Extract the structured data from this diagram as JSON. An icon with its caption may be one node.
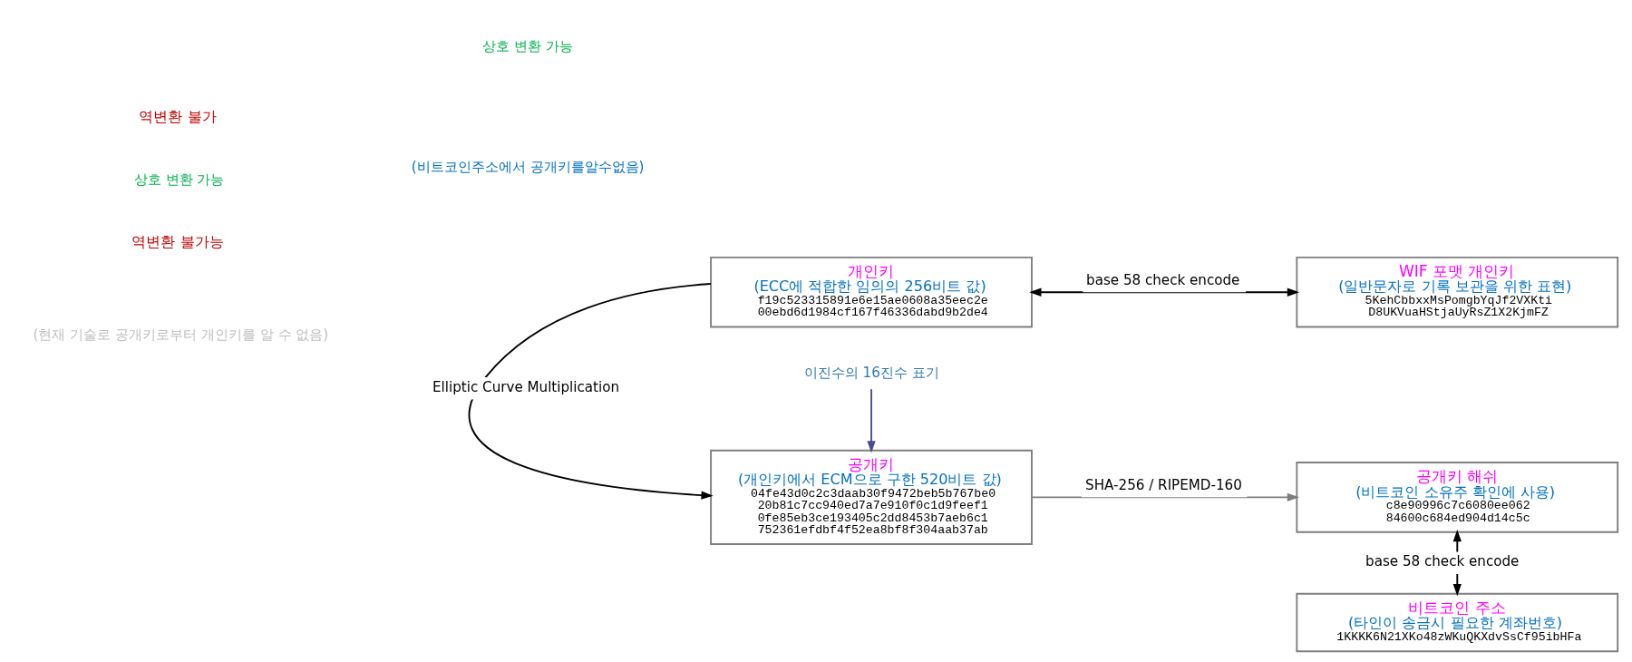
{
  "diagram": {
    "nodes": [
      {
        "text": [
          "개인키",
          "(ECC에 적합한 임의의 256비트 값)",
          "f19c523315891e6e15ae0608a35eec2e 00ebd6d1984cf167f46336dabd9b2de4"
        ]
      },
      {
        "text": [
          "WIF 포맷 개인키",
          "(일반문자로 기록 보관을 위한 표현)",
          "5KehCbbxxMsPomgbYqJf2VXKti D8UKVuaHStjaUyRsZ1X2KjmFZ"
        ]
      },
      {
        "text": [
          "공개키",
          "(개인키에서 ECM으로 구한 520비트 값)",
          "04fe43d0c2c3daab30f9472beb5b767be0 20b81c7cc940ed7a7e910f0c1d9feef1 0fe85eb3ce193405c2dd8453b7aeb6c1 752361efdbf4f52ea8bf8f304aab37ab"
        ]
      },
      {
        "text": [
          "공개키 해쉬",
          "(비트코인 소유주 확인에 사용)",
          "c8e90996c7c6080ee062 84600c684ed904d14c5c"
        ]
      },
      {
        "text": [
          "비트코인 주소",
          "(타인이 송금시 필요한 계좌번호)",
          "1KKKK6N21XKo48zWKuQKXdvSsCf95ibHFa"
        ]
      },
      {
        "text": [
          "이진수의 16진수 표기"
        ]
      }
    ],
    "edges": [
      {
        "from": 0,
        "to": 1,
        "arrow": "both",
        "label": "base 58 check encode"
      },
      {
        "from": 0,
        "to": 2,
        "arrow": "to",
        "label": "Elliptic Curve Multiplication"
      },
      {
        "from": 2,
        "to": 3,
        "arrow": "to",
        "label": "SHA-256 / RIPEMD-160",
        "color": "#7f7f7f"
      },
      {
        "from": 3,
        "to": 4,
        "arrow": "both",
        "label": "base 58 check encode"
      },
      {
        "from": 5,
        "to": 2,
        "arrow": "to",
        "color": "#4b4b8f"
      }
    ],
    "labels": [
      "상호 변환 가능",
      "역변환 불가능",
      "(현재 기술로 공개키로부터 개인키를 알 수 없음)",
      "역변환 불가",
      "(비트코인주소에서 공개키를알수없음)",
      "상호 변환 가능"
    ]
  }
}
